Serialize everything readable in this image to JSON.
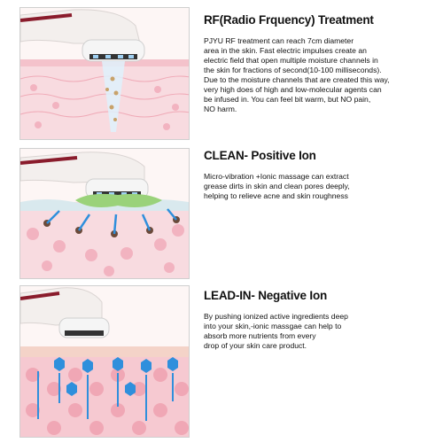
{
  "sections": [
    {
      "title": "RF(Radio Frquency) Treatment",
      "lines": [
        "PJYU RF treatment can reach 7cm diameter",
        "area in the skin. Fast electric impulses create an",
        "electric field that open multiple moisture channels in",
        "the skin for fractions of second(10-100 milliseconds).",
        "Due to the moisture channels that are created this way,",
        "very high does of high and low-molecular agents can",
        "be infused in. You can feel bit warm, but NO pain,",
        "NO harm."
      ]
    },
    {
      "title": "CLEAN- Positive Ion",
      "lines": [
        "Micro-vibration +Ionic massage can extract",
        "grease dirts in skin and clean pores deeply,",
        "helping to relieve acne and skin roughness"
      ]
    },
    {
      "title": "LEAD-IN- Negative Ion",
      "lines": [
        "By pushing ionized active ingredients deep",
        "into your skin,-ionic massgae can help to",
        "absorb more nutrients from every",
        "drop of your skin care product."
      ]
    }
  ],
  "colors": {
    "device_body": "#f3efed",
    "device_accent": "#8a1c2c",
    "skin_pink": "#f6c9d1",
    "skin_cells": "#f0a7b5",
    "gel_green": "#9ad27a",
    "ion_blue": "#2f8fdc",
    "dirt_brown": "#6b4a3a"
  }
}
